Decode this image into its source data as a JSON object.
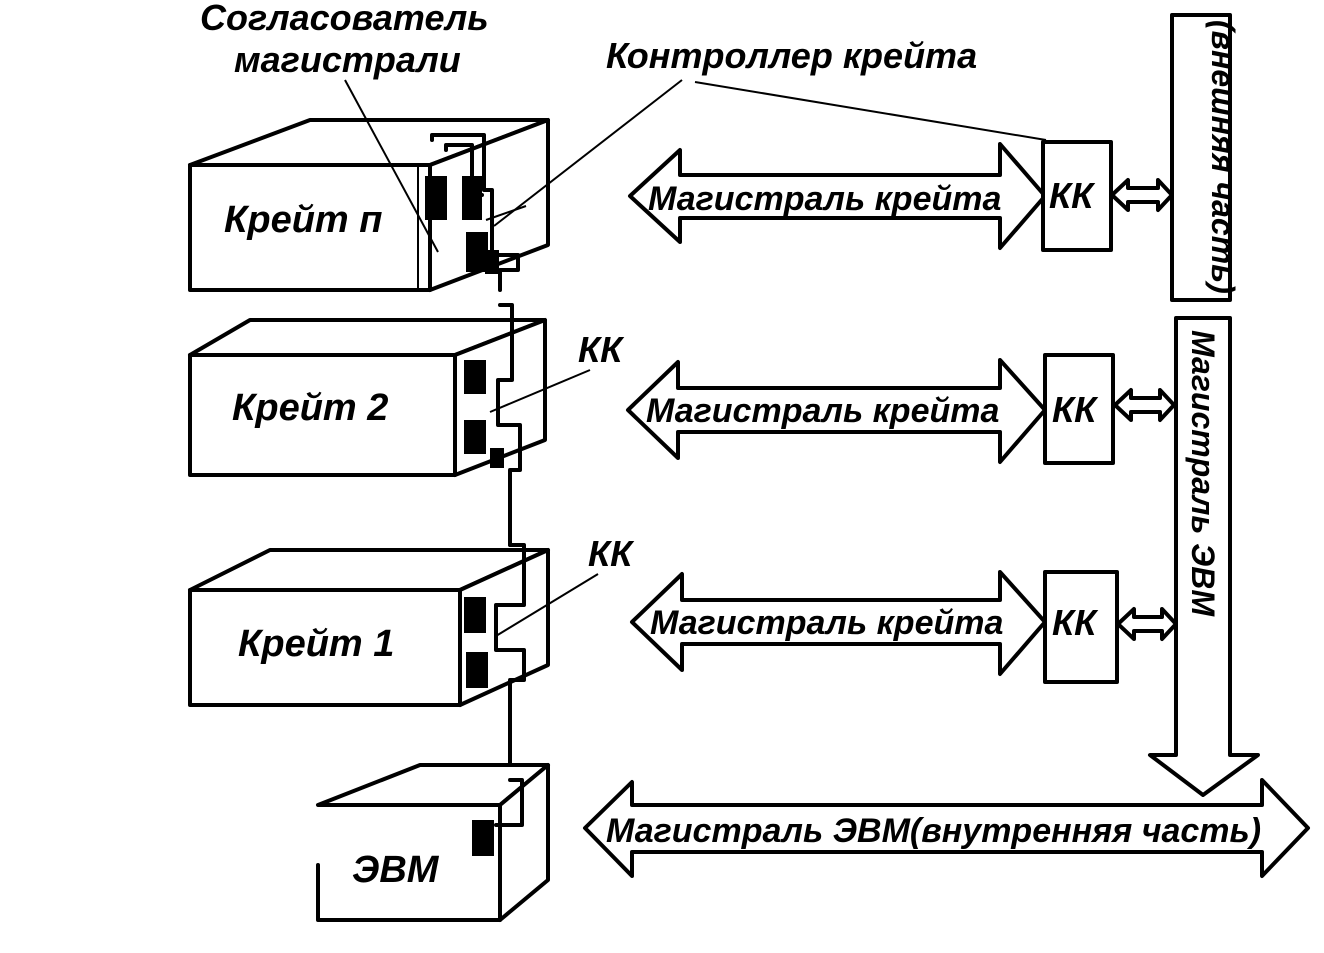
{
  "callouts": {
    "adapter_line1": "Согласователь",
    "adapter_line2": "магистрали",
    "crate_controller": "Контроллер крейта",
    "kk_2": "КК",
    "kk_1": "КК"
  },
  "crates": {
    "crate_n": "Крейт п",
    "crate_2": "Крейт 2",
    "crate_1": "Крейт 1",
    "computer": "ЭВМ"
  },
  "buses": {
    "crate_bus_n": "Магистраль крейта",
    "crate_bus_2": "Магистраль  крейта",
    "crate_bus_1": "Магистраль крейта",
    "computer_bus_internal": "Магистраль ЭВМ(внутренняя часть)",
    "computer_bus_vertical": "Магистраль  ЭВМ",
    "external_part": "(внешняя часть)"
  },
  "controllers": {
    "kk_n": "КК",
    "kk_2": "КК",
    "kk_1": "КК"
  }
}
